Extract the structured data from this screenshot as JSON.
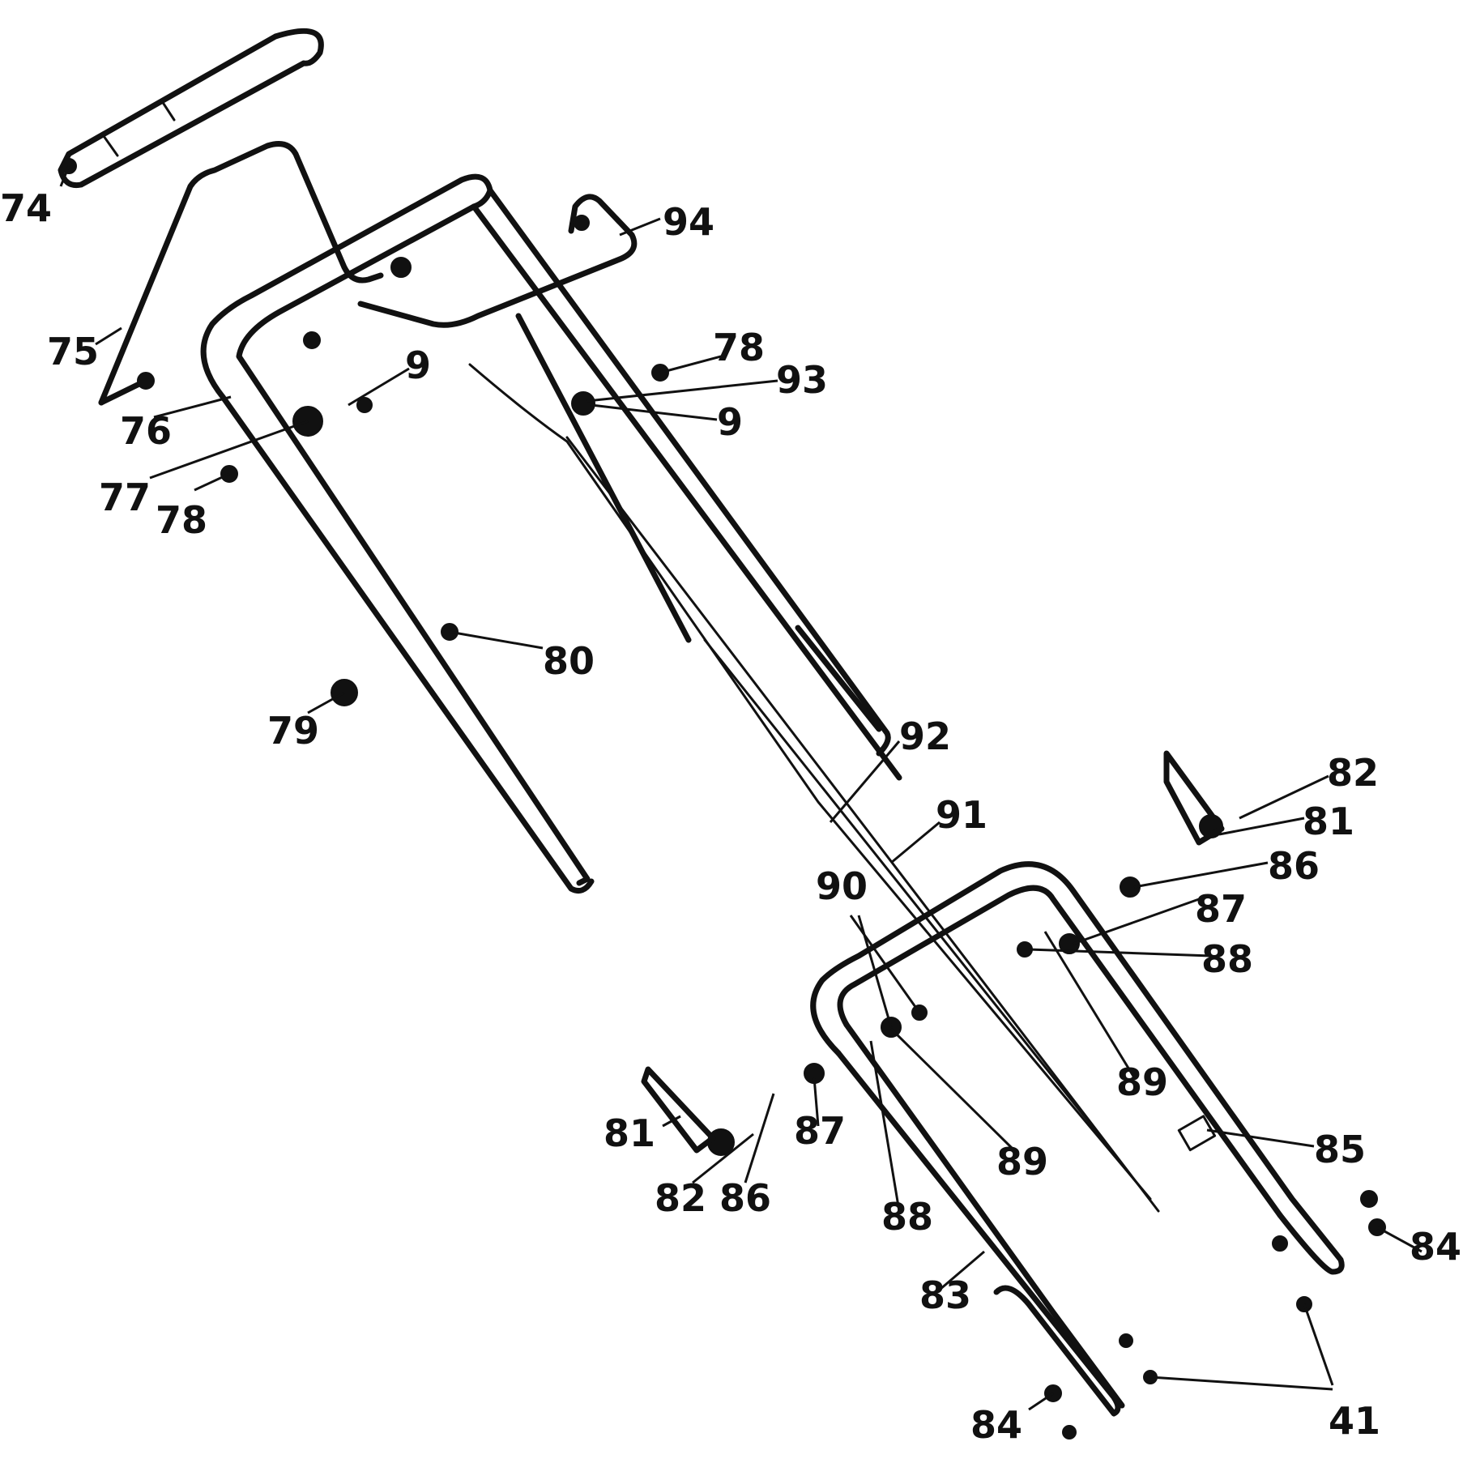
{
  "diagram": {
    "callouts": [
      {
        "id": "c74",
        "label": "74"
      },
      {
        "id": "c75",
        "label": "75"
      },
      {
        "id": "c76",
        "label": "76"
      },
      {
        "id": "c77",
        "label": "77"
      },
      {
        "id": "c78a",
        "label": "78"
      },
      {
        "id": "c78b",
        "label": "78"
      },
      {
        "id": "c9a",
        "label": "9"
      },
      {
        "id": "c9b",
        "label": "9"
      },
      {
        "id": "c93",
        "label": "93"
      },
      {
        "id": "c94",
        "label": "94"
      },
      {
        "id": "c79",
        "label": "79"
      },
      {
        "id": "c80",
        "label": "80"
      },
      {
        "id": "c92",
        "label": "92"
      },
      {
        "id": "c91",
        "label": "91"
      },
      {
        "id": "c90",
        "label": "90"
      },
      {
        "id": "c82a",
        "label": "82"
      },
      {
        "id": "c81a",
        "label": "81"
      },
      {
        "id": "c86a",
        "label": "86"
      },
      {
        "id": "c87a",
        "label": "87"
      },
      {
        "id": "c88a",
        "label": "88"
      },
      {
        "id": "c89a",
        "label": "89"
      },
      {
        "id": "c81b",
        "label": "81"
      },
      {
        "id": "c87b",
        "label": "87"
      },
      {
        "id": "c89b",
        "label": "89"
      },
      {
        "id": "c82b",
        "label": "82"
      },
      {
        "id": "c86b",
        "label": "86"
      },
      {
        "id": "c88b",
        "label": "88"
      },
      {
        "id": "c85",
        "label": "85"
      },
      {
        "id": "c84a",
        "label": "84"
      },
      {
        "id": "c83",
        "label": "83"
      },
      {
        "id": "c84b",
        "label": "84"
      },
      {
        "id": "c41",
        "label": "41"
      }
    ]
  }
}
